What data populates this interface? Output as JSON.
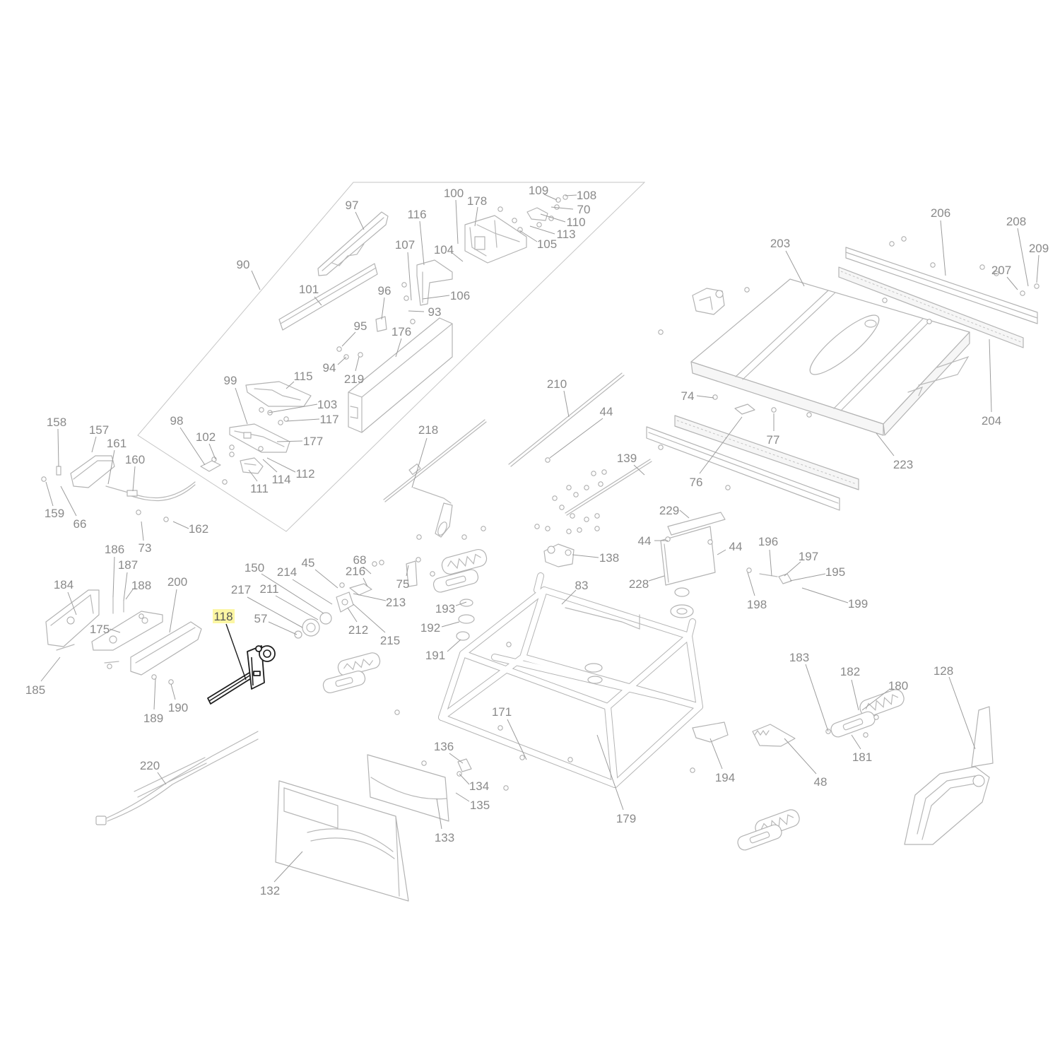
{
  "diagram": {
    "highlight_color": "#fcf6a3",
    "label_color": "#8a8a8a",
    "highlighted_part_color": "#1e1e1e"
  },
  "callouts": [
    "100",
    "178",
    "109",
    "108",
    "70",
    "110",
    "113",
    "105",
    "97",
    "116",
    "107",
    "104",
    "106",
    "93",
    "96",
    "90",
    "101",
    "95",
    "176",
    "94",
    "219",
    "99",
    "115",
    "103",
    "117",
    "177",
    "98",
    "102",
    "112",
    "114",
    "111",
    "158",
    "157",
    "161",
    "160",
    "159",
    "66",
    "73",
    "162",
    "203",
    "206",
    "208",
    "209",
    "207",
    "204",
    "223",
    "210",
    "44",
    "74",
    "77",
    "76",
    "218",
    "139",
    "229",
    "44",
    "44",
    "138",
    "228",
    "196",
    "197",
    "195",
    "198",
    "199",
    "83",
    "186",
    "187",
    "188",
    "184",
    "200",
    "175",
    "185",
    "189",
    "190",
    "150",
    "214",
    "45",
    "68",
    "216",
    "213",
    "75",
    "217",
    "211",
    "212",
    "215",
    "118",
    "57",
    "193",
    "192",
    "191",
    "183",
    "182",
    "180",
    "128",
    "181",
    "171",
    "194",
    "48",
    "179",
    "136",
    "134",
    "135",
    "133",
    "132",
    "220"
  ]
}
